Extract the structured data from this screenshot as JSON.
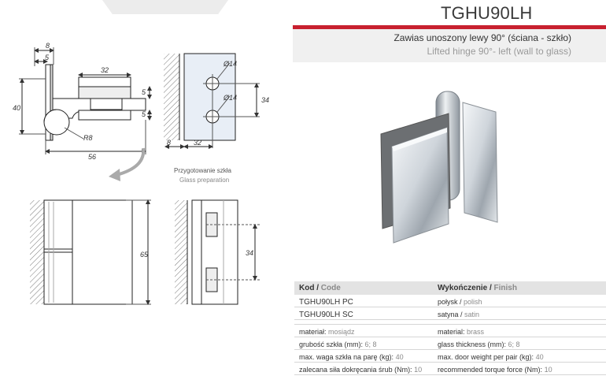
{
  "product": {
    "code": "TGHU90LH",
    "title_pl": "Zawias unoszony lewy 90° (ściana - szkło)",
    "title_en": "Lifted hinge 90°- left (wall to glass)"
  },
  "drawing": {
    "dims_side": [
      "8",
      "5",
      "32",
      "5",
      "5",
      "40",
      "R8",
      "56"
    ],
    "dims_glass": [
      "Ø14",
      "Ø14",
      "34",
      "8",
      "32"
    ],
    "glass_prep_pl": "Przygotowanie szkła",
    "glass_prep_en": "Glass preparation",
    "dims_front": [
      "65"
    ],
    "dims_front_glass": [
      "34"
    ]
  },
  "spec": {
    "col1_header_pl": "Kod",
    "col1_header_en": "Code",
    "col2_header_pl": "Wykończenie",
    "col2_header_en": "Finish",
    "rows": [
      {
        "code": "TGHU90LH PC",
        "finish_pl": "połysk",
        "finish_en": "polish"
      },
      {
        "code": "TGHU90LH SC",
        "finish_pl": "satyna",
        "finish_en": "satin"
      }
    ],
    "props": [
      {
        "pl_label": "materiał:",
        "pl_value": "mosiądz",
        "en_label": "material:",
        "en_value": "brass"
      },
      {
        "pl_label": "grubość szkła (mm):",
        "pl_value": "6; 8",
        "en_label": "glass thickness (mm):",
        "en_value": "6; 8"
      },
      {
        "pl_label": "max. waga szkła na parę (kg):",
        "pl_value": "40",
        "en_label": "max. door weight per pair (kg):",
        "en_value": "40"
      },
      {
        "pl_label": "zalecana siła dokręcania śrub (Nm):",
        "pl_value": "10",
        "en_label": "recommended torque force (Nm):",
        "en_value": "10"
      }
    ]
  }
}
